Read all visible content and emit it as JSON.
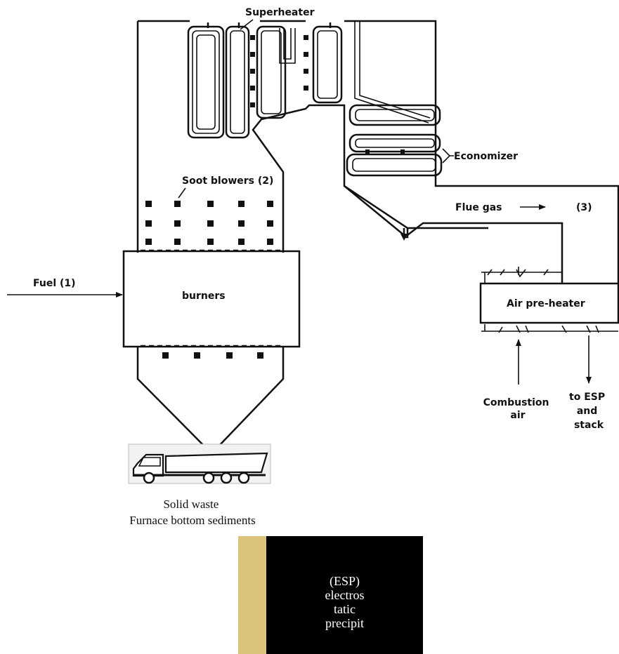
{
  "labels": {
    "superheater": "Superheater",
    "economizer": "Economizer",
    "soot_blowers": "Soot blowers (2)",
    "flue_gas": "Flue gas",
    "stream_3": "(3)",
    "fuel": "Fuel (1)",
    "burners": "burners",
    "air_preheater": "Air pre-heater",
    "combustion_air": [
      "Combustion",
      "air"
    ],
    "to_esp": [
      "to ESP",
      "and",
      "stack"
    ],
    "solid_waste": [
      "Solid waste",
      "Furnace bottom sediments"
    ]
  },
  "esp_card": {
    "lines": [
      "(ESP)",
      "electros",
      "tatic",
      "precipit"
    ],
    "strip_color": "#dcc37b",
    "background": "#000000"
  },
  "icons": {
    "truck": "dump-truck-icon"
  }
}
